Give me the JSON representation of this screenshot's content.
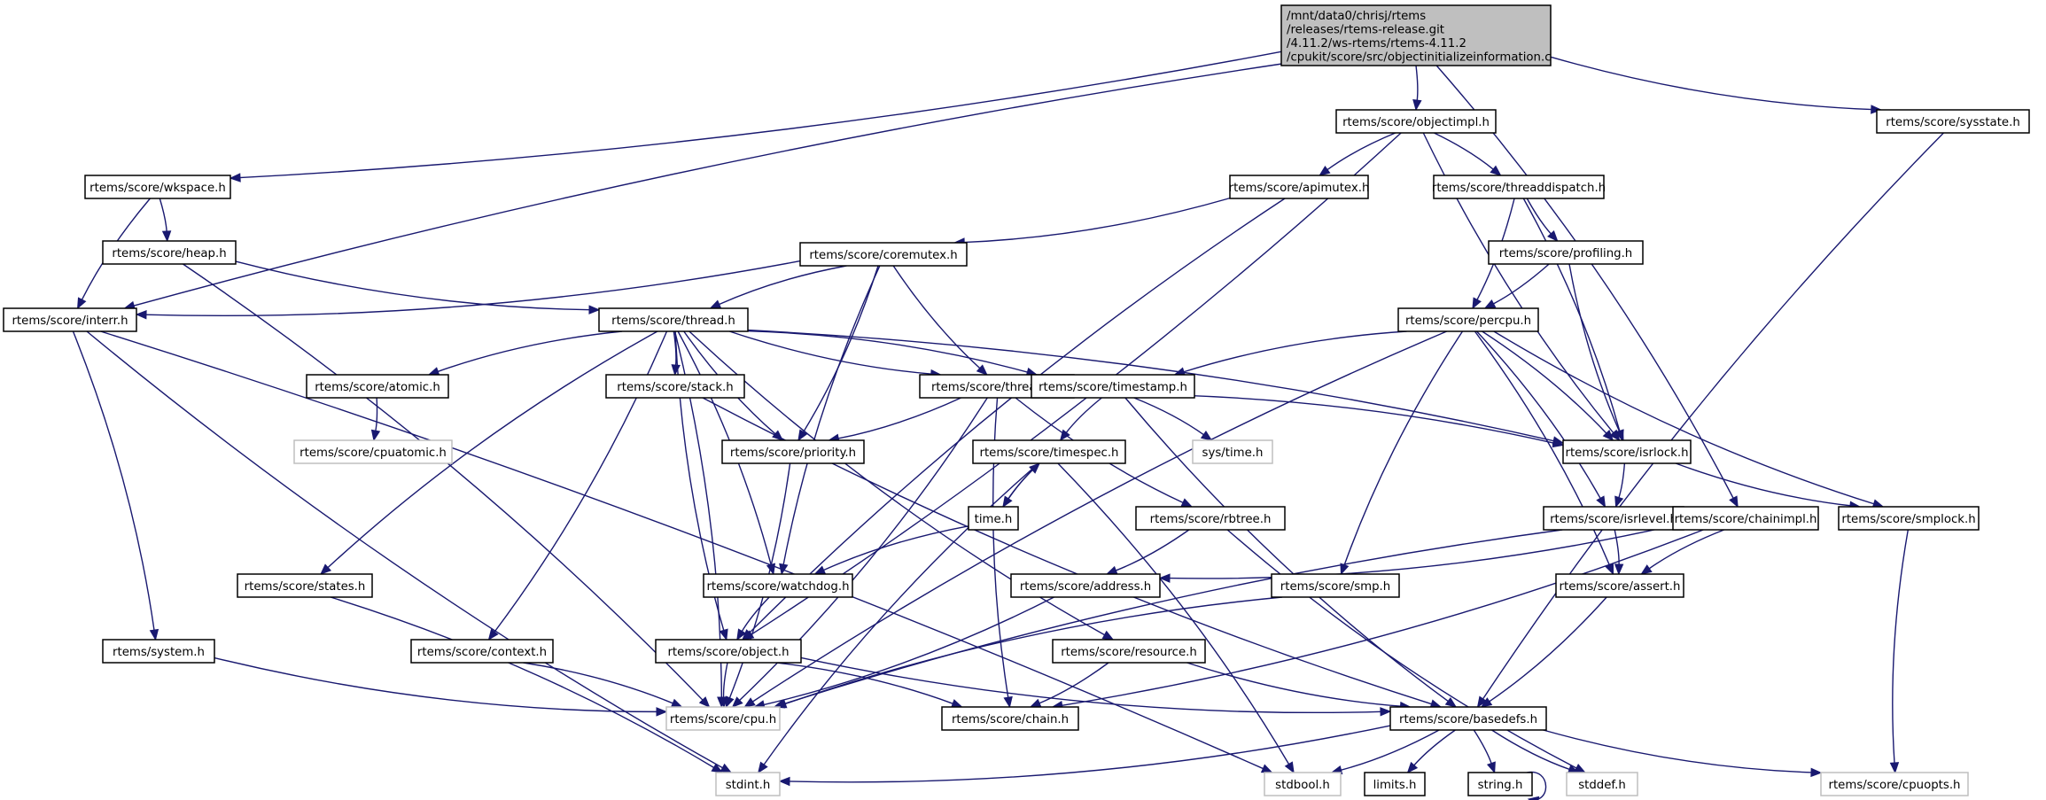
{
  "graph": {
    "title": "Include dependency graph",
    "colors": {
      "edge": "#191970",
      "root_fill": "#bfbfbf",
      "external_border": "#bfbfbf",
      "node_border": "#000000"
    },
    "root": {
      "id": "root",
      "lines": [
        "/mnt/data0/chrisj/rtems",
        "/releases/rtems-release.git",
        "/4.11.2/ws-rtems/rtems-4.11.2",
        "/cpukit/score/src/objectinitializeinformation.c"
      ]
    },
    "nodes": [
      {
        "id": "objectimpl",
        "label": "rtems/score/objectimpl.h",
        "kind": "normal"
      },
      {
        "id": "sysstate",
        "label": "rtems/score/sysstate.h",
        "kind": "normal"
      },
      {
        "id": "wkspace",
        "label": "rtems/score/wkspace.h",
        "kind": "normal"
      },
      {
        "id": "apimutex",
        "label": "rtems/score/apimutex.h",
        "kind": "normal"
      },
      {
        "id": "threaddispatch",
        "label": "rtems/score/threaddispatch.h",
        "kind": "normal"
      },
      {
        "id": "heap",
        "label": "rtems/score/heap.h",
        "kind": "normal"
      },
      {
        "id": "coremutex",
        "label": "rtems/score/coremutex.h",
        "kind": "normal"
      },
      {
        "id": "profiling",
        "label": "rtems/score/profiling.h",
        "kind": "normal"
      },
      {
        "id": "interr",
        "label": "rtems/score/interr.h",
        "kind": "normal"
      },
      {
        "id": "thread",
        "label": "rtems/score/thread.h",
        "kind": "normal"
      },
      {
        "id": "percpu",
        "label": "rtems/score/percpu.h",
        "kind": "normal"
      },
      {
        "id": "atomic",
        "label": "rtems/score/atomic.h",
        "kind": "normal"
      },
      {
        "id": "stack",
        "label": "rtems/score/stack.h",
        "kind": "normal"
      },
      {
        "id": "threadq",
        "label": "rtems/score/threadq.h",
        "kind": "normal"
      },
      {
        "id": "timestamp",
        "label": "rtems/score/timestamp.h",
        "kind": "normal"
      },
      {
        "id": "cpuatomic",
        "label": "rtems/score/cpuatomic.h",
        "kind": "external"
      },
      {
        "id": "priority",
        "label": "rtems/score/priority.h",
        "kind": "normal"
      },
      {
        "id": "timespec",
        "label": "rtems/score/timespec.h",
        "kind": "normal"
      },
      {
        "id": "systime",
        "label": "sys/time.h",
        "kind": "external"
      },
      {
        "id": "isrlock",
        "label": "rtems/score/isrlock.h",
        "kind": "normal"
      },
      {
        "id": "timeh",
        "label": "time.h",
        "kind": "normal"
      },
      {
        "id": "rbtree",
        "label": "rtems/score/rbtree.h",
        "kind": "normal"
      },
      {
        "id": "isrlevel",
        "label": "rtems/score/isrlevel.h",
        "kind": "normal"
      },
      {
        "id": "chainimpl",
        "label": "rtems/score/chainimpl.h",
        "kind": "normal"
      },
      {
        "id": "smplock",
        "label": "rtems/score/smplock.h",
        "kind": "normal"
      },
      {
        "id": "states",
        "label": "rtems/score/states.h",
        "kind": "normal"
      },
      {
        "id": "watchdog",
        "label": "rtems/score/watchdog.h",
        "kind": "normal"
      },
      {
        "id": "address",
        "label": "rtems/score/address.h",
        "kind": "normal"
      },
      {
        "id": "smp",
        "label": "rtems/score/smp.h",
        "kind": "normal"
      },
      {
        "id": "assert",
        "label": "rtems/score/assert.h",
        "kind": "normal"
      },
      {
        "id": "system",
        "label": "rtems/system.h",
        "kind": "normal"
      },
      {
        "id": "context",
        "label": "rtems/score/context.h",
        "kind": "normal"
      },
      {
        "id": "object",
        "label": "rtems/score/object.h",
        "kind": "normal"
      },
      {
        "id": "resource",
        "label": "rtems/score/resource.h",
        "kind": "normal"
      },
      {
        "id": "cpu",
        "label": "rtems/score/cpu.h",
        "kind": "external"
      },
      {
        "id": "chain",
        "label": "rtems/score/chain.h",
        "kind": "normal"
      },
      {
        "id": "basedefs",
        "label": "rtems/score/basedefs.h",
        "kind": "normal"
      },
      {
        "id": "stdint",
        "label": "stdint.h",
        "kind": "external"
      },
      {
        "id": "stdbool",
        "label": "stdbool.h",
        "kind": "external"
      },
      {
        "id": "limits",
        "label": "limits.h",
        "kind": "normal"
      },
      {
        "id": "string",
        "label": "string.h",
        "kind": "normal"
      },
      {
        "id": "stddef",
        "label": "stddef.h",
        "kind": "external"
      },
      {
        "id": "cpuopts",
        "label": "rtems/score/cpuopts.h",
        "kind": "external"
      }
    ],
    "edges": [
      [
        "root",
        "objectimpl"
      ],
      [
        "root",
        "sysstate"
      ],
      [
        "root",
        "wkspace"
      ],
      [
        "root",
        "interr"
      ],
      [
        "root",
        "chainimpl"
      ],
      [
        "objectimpl",
        "apimutex"
      ],
      [
        "objectimpl",
        "threaddispatch"
      ],
      [
        "objectimpl",
        "isrlock"
      ],
      [
        "objectimpl",
        "object"
      ],
      [
        "sysstate",
        "basedefs"
      ],
      [
        "wkspace",
        "heap"
      ],
      [
        "wkspace",
        "interr"
      ],
      [
        "apimutex",
        "coremutex"
      ],
      [
        "apimutex",
        "object"
      ],
      [
        "threaddispatch",
        "percpu"
      ],
      [
        "threaddispatch",
        "profiling"
      ],
      [
        "threaddispatch",
        "isrlock"
      ],
      [
        "heap",
        "thread"
      ],
      [
        "heap",
        "cpu"
      ],
      [
        "coremutex",
        "thread"
      ],
      [
        "coremutex",
        "interr"
      ],
      [
        "coremutex",
        "threadq"
      ],
      [
        "coremutex",
        "priority"
      ],
      [
        "coremutex",
        "watchdog"
      ],
      [
        "profiling",
        "percpu"
      ],
      [
        "profiling",
        "isrlock"
      ],
      [
        "interr",
        "system"
      ],
      [
        "interr",
        "stdint"
      ],
      [
        "interr",
        "stdbool"
      ],
      [
        "thread",
        "atomic"
      ],
      [
        "thread",
        "stack"
      ],
      [
        "thread",
        "threadq"
      ],
      [
        "thread",
        "timestamp"
      ],
      [
        "thread",
        "priority"
      ],
      [
        "thread",
        "isrlock"
      ],
      [
        "thread",
        "states"
      ],
      [
        "thread",
        "context"
      ],
      [
        "thread",
        "object"
      ],
      [
        "thread",
        "watchdog"
      ],
      [
        "thread",
        "resource"
      ],
      [
        "thread",
        "cpu"
      ],
      [
        "percpu",
        "timestamp"
      ],
      [
        "percpu",
        "isrlock"
      ],
      [
        "percpu",
        "smplock"
      ],
      [
        "percpu",
        "isrlevel"
      ],
      [
        "percpu",
        "smp"
      ],
      [
        "percpu",
        "assert"
      ],
      [
        "percpu",
        "cpu"
      ],
      [
        "atomic",
        "cpuatomic"
      ],
      [
        "stack",
        "basedefs"
      ],
      [
        "threadq",
        "priority"
      ],
      [
        "threadq",
        "rbtree"
      ],
      [
        "threadq",
        "isrlock"
      ],
      [
        "threadq",
        "chain"
      ],
      [
        "threadq",
        "cpu"
      ],
      [
        "timestamp",
        "timespec"
      ],
      [
        "timestamp",
        "systime"
      ],
      [
        "timestamp",
        "basedefs"
      ],
      [
        "priority",
        "cpu"
      ],
      [
        "timespec",
        "timeh"
      ],
      [
        "timespec",
        "stdbool"
      ],
      [
        "timespec",
        "stdint"
      ],
      [
        "timeh",
        "timespec"
      ],
      [
        "timeh",
        "watchdog"
      ],
      [
        "isrlock",
        "isrlevel"
      ],
      [
        "isrlock",
        "smplock"
      ],
      [
        "rbtree",
        "address"
      ],
      [
        "rbtree",
        "stddef"
      ],
      [
        "isrlevel",
        "assert"
      ],
      [
        "isrlevel",
        "cpu"
      ],
      [
        "chainimpl",
        "address"
      ],
      [
        "chainimpl",
        "assert"
      ],
      [
        "chainimpl",
        "chain"
      ],
      [
        "smplock",
        "cpuopts"
      ],
      [
        "states",
        "stdint"
      ],
      [
        "watchdog",
        "object"
      ],
      [
        "address",
        "cpu"
      ],
      [
        "smp",
        "cpu"
      ],
      [
        "assert",
        "basedefs"
      ],
      [
        "system",
        "cpu"
      ],
      [
        "context",
        "cpu"
      ],
      [
        "object",
        "cpu"
      ],
      [
        "object",
        "chain"
      ],
      [
        "object",
        "basedefs"
      ],
      [
        "resource",
        "chain"
      ],
      [
        "resource",
        "basedefs"
      ],
      [
        "basedefs",
        "stdbool"
      ],
      [
        "basedefs",
        "limits"
      ],
      [
        "basedefs",
        "string"
      ],
      [
        "basedefs",
        "stddef"
      ],
      [
        "basedefs",
        "stdint"
      ],
      [
        "basedefs",
        "cpuopts"
      ],
      [
        "string",
        "string"
      ]
    ]
  }
}
